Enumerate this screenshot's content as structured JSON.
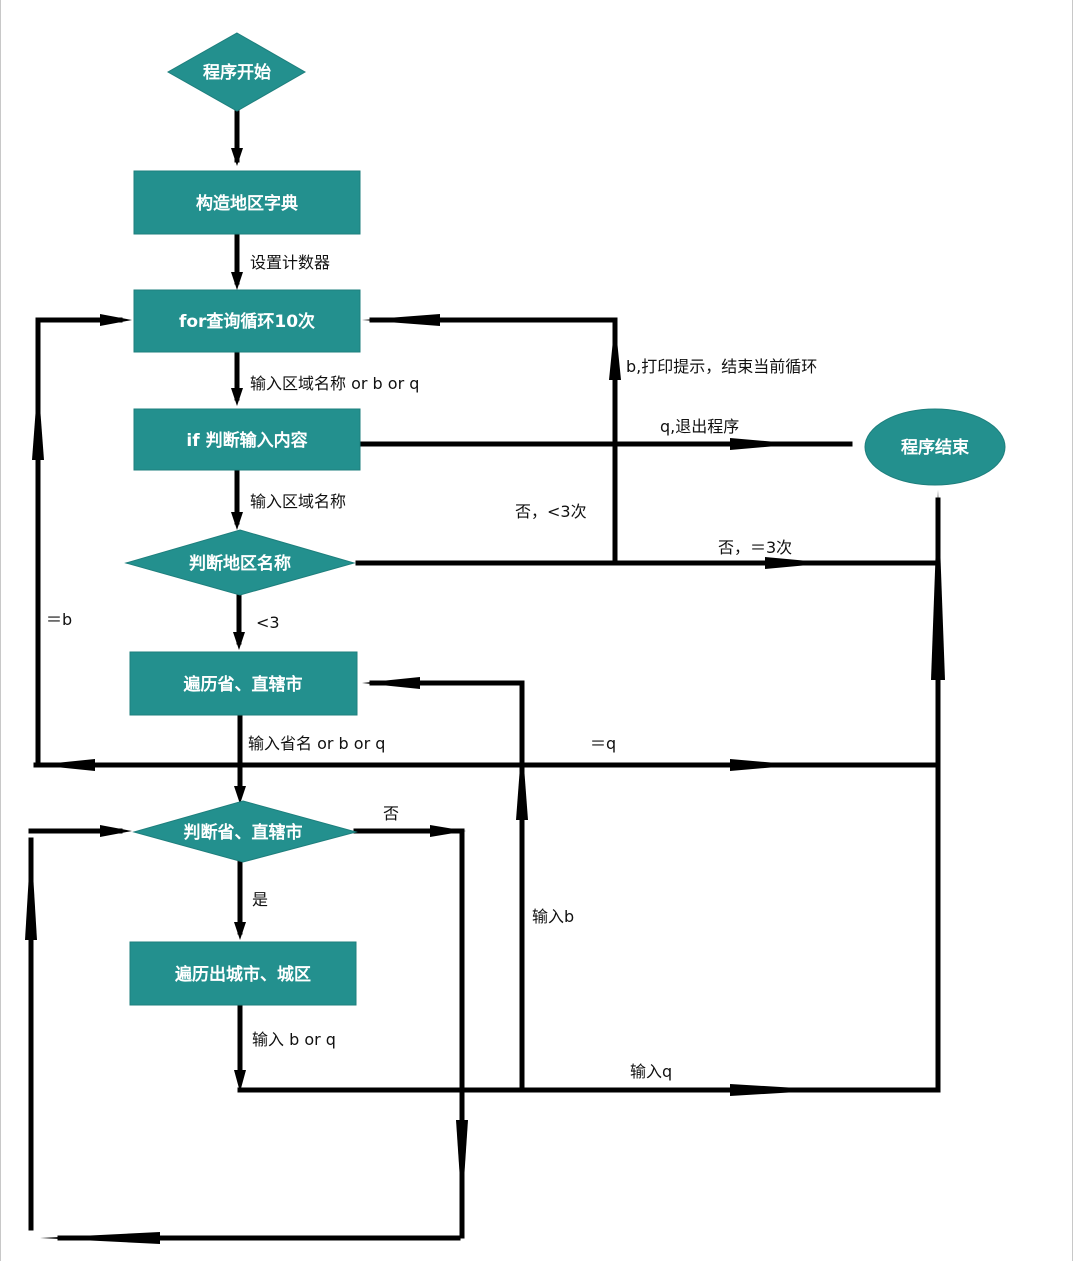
{
  "colors": {
    "node_fill": "#23908e",
    "node_stroke": "#1e7f7d",
    "line": "#000000",
    "text_on_node": "#ffffff",
    "label": "#111111"
  },
  "nodes": {
    "start": "程序开始",
    "build_dict": "构造地区字典",
    "for_loop": "for查询循环10次",
    "if_judge": "if 判断输入内容",
    "judge_region": "判断地区名称",
    "traverse_province": "遍历省、直辖市",
    "judge_province": "判断省、直辖市",
    "traverse_city": "遍历出城市、城区",
    "end": "程序结束"
  },
  "labels": {
    "set_counter": "设置计数器",
    "input_region_bq": "输入区域名称 or b or q",
    "b_print": "b,打印提示，结束当前循环",
    "q_exit": "q,退出程序",
    "input_region": "输入区域名称",
    "no_lt3": "否，<3次",
    "no_eq3": "否，＝3次",
    "eq_b": "＝b",
    "lt3": "<3",
    "input_province_bq": "输入省名 or b or q",
    "eq_q": "＝q",
    "no": "否",
    "yes": "是",
    "input_b": "输入b",
    "input_b_or_q": "输入 b or q",
    "input_q": "输入q"
  }
}
